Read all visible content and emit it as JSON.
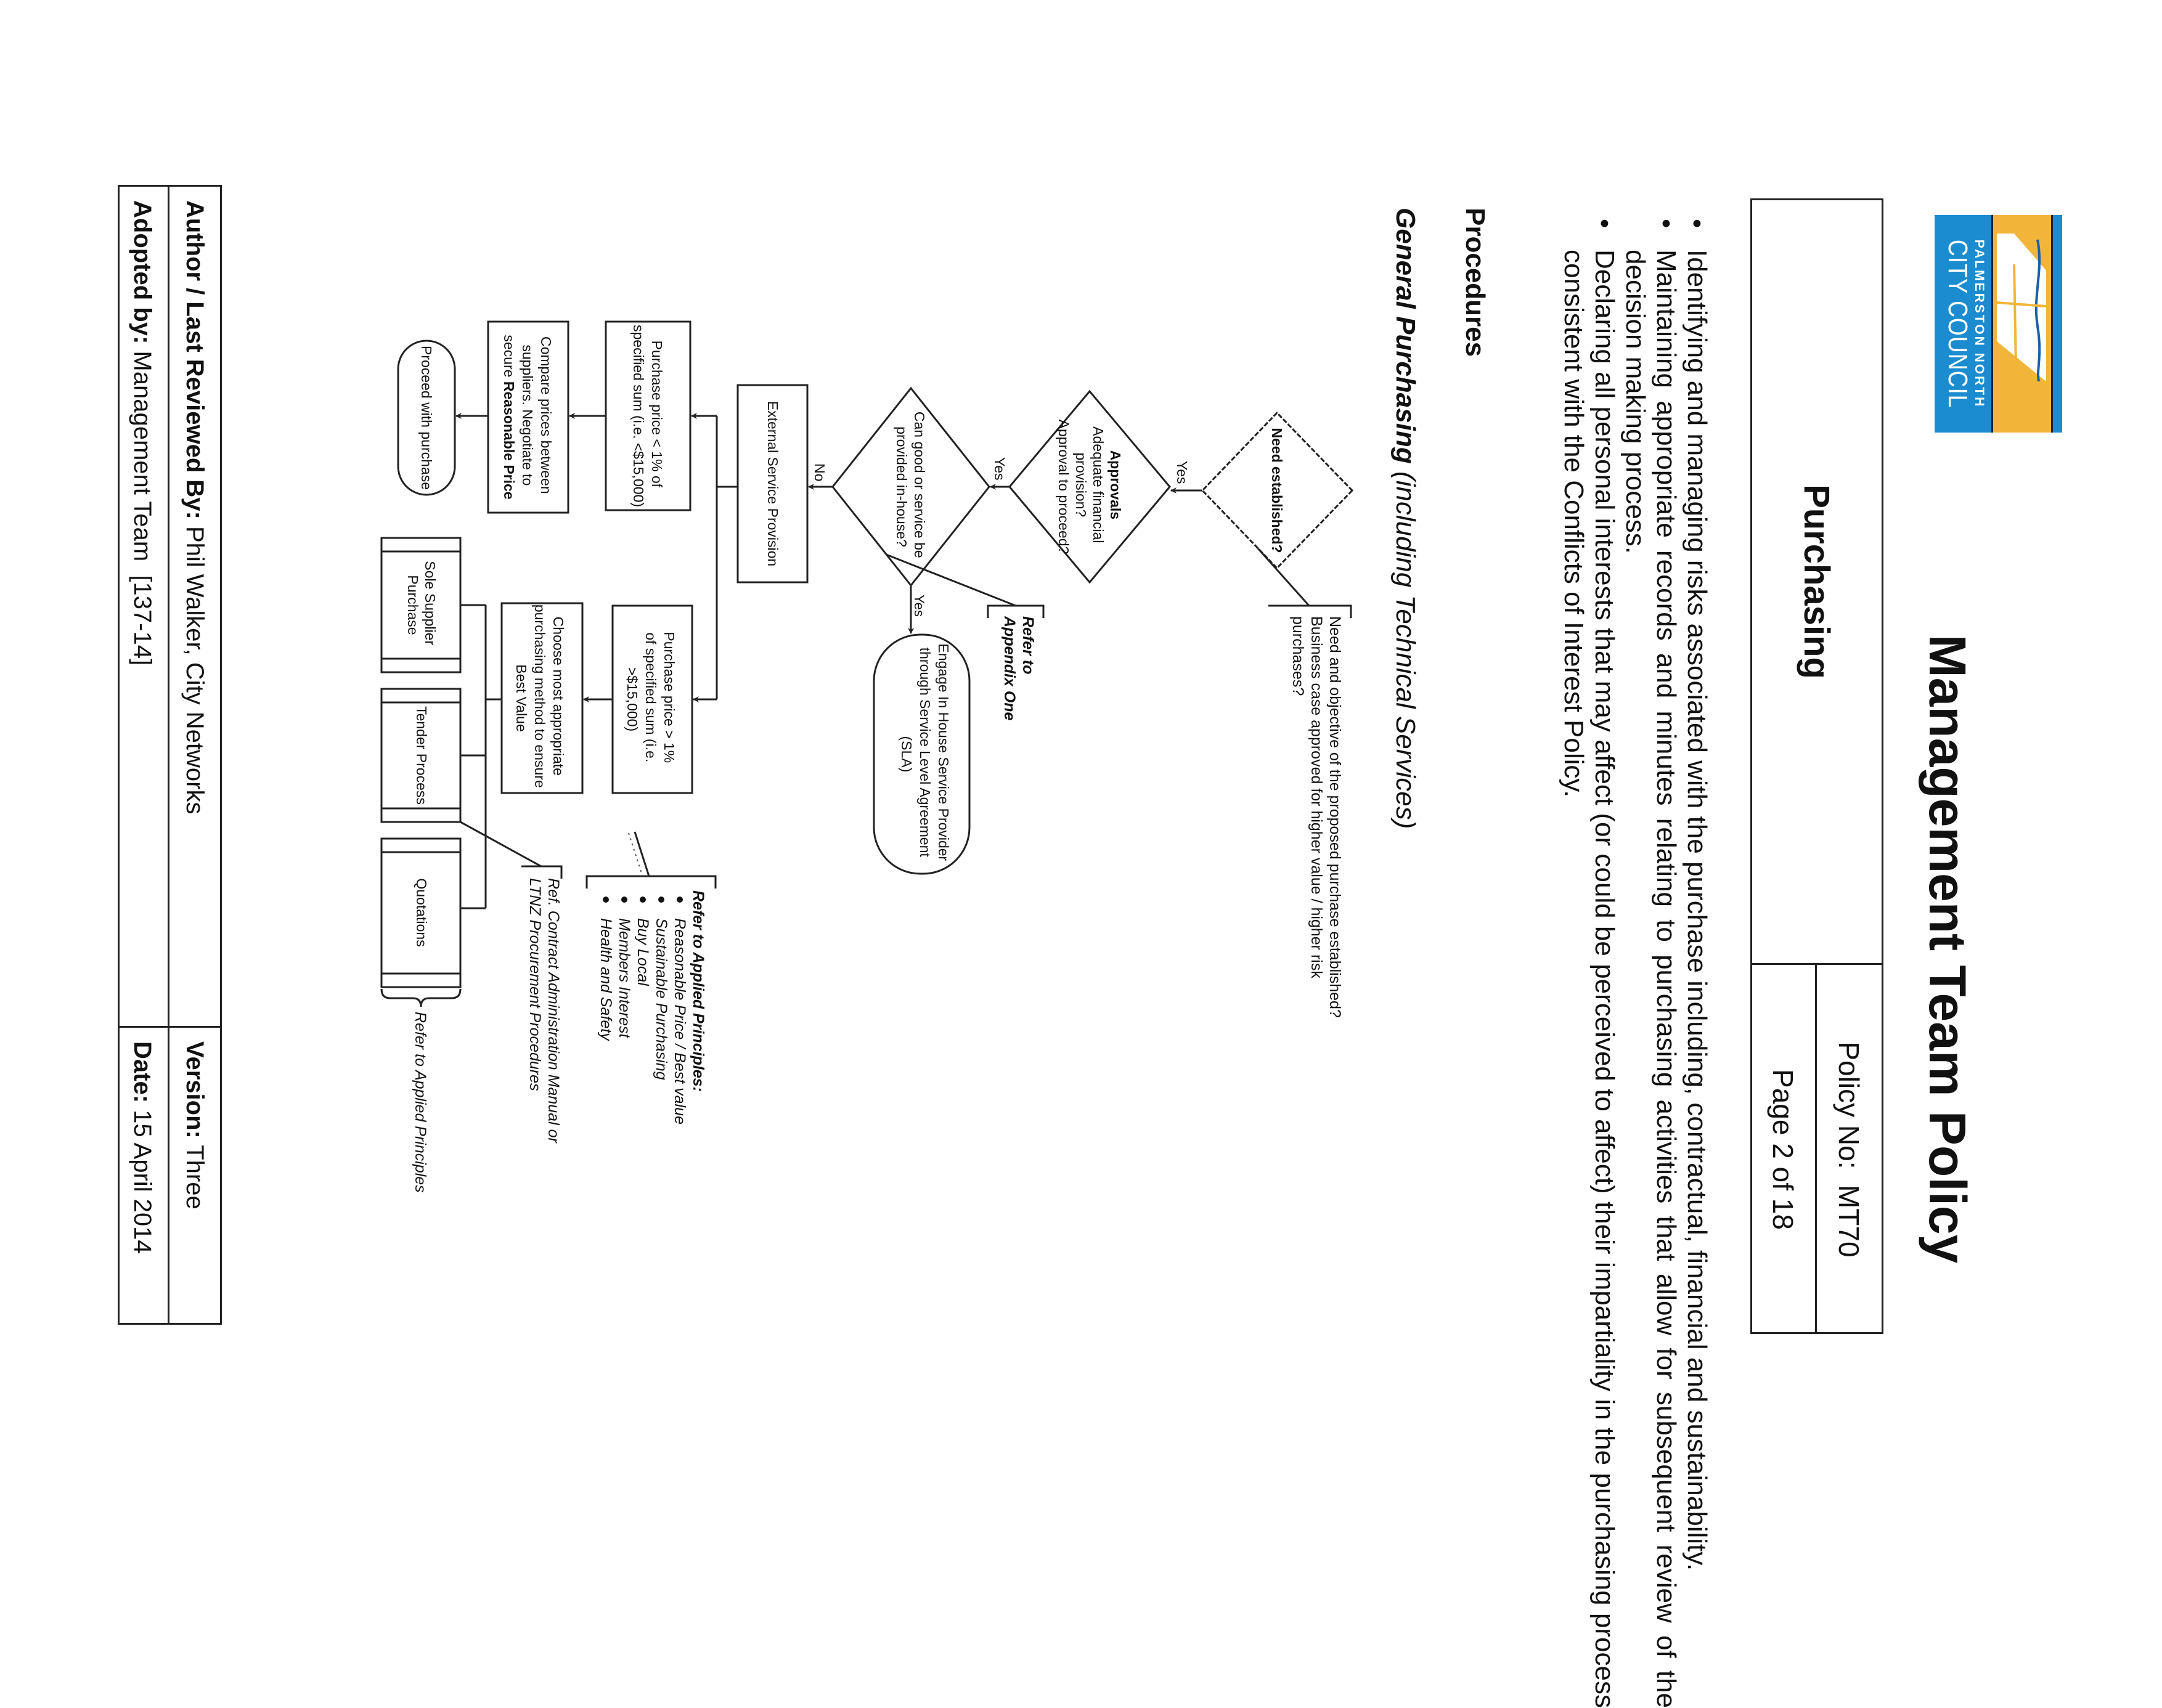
{
  "logo": {
    "line1": "PALMERSTON NORTH",
    "line2": "CITY COUNCIL"
  },
  "header": {
    "title": "Management Team Policy",
    "policy_name": "Purchasing",
    "policy_no": "Policy No:  MT70",
    "page": "Page 2 of 18"
  },
  "bullets": [
    "Identifying and managing risks associated with the purchase including, contractual, financial and sustainability.",
    "Maintaining appropriate records and minutes relating to purchasing activities that allow for subsequent review of the decision making process.",
    "Declaring all personal interests that may affect (or could be perceived to affect) their impartiality in the purchasing process consistent with the Conflicts of Interest Policy."
  ],
  "procedures_heading": "Procedures",
  "section_title": {
    "bold": "General Purchasing",
    "rest": " (including Technical Services)"
  },
  "flowchart": {
    "need_established": "Need established?",
    "need_note": [
      "Need and objective of the proposed purchase established?",
      "Business case approved for higher value / higher risk",
      "purchases?"
    ],
    "yes": "Yes",
    "no": "No",
    "approvals": [
      "Approvals",
      "Adequate financial",
      "provision?",
      "Approval to proceed?"
    ],
    "appendix_note": [
      "Refer to",
      "Appendix One"
    ],
    "in_house_question": [
      "Can good or service be",
      "provided in-house?"
    ],
    "sla": [
      "Engage In House Service Provider",
      "through Service Level Agreement",
      "(SLA)"
    ],
    "external": "External Service Provision",
    "under_threshold": [
      "Purchase price < 1% of",
      "specified sum (i.e. <$15,000)"
    ],
    "over_threshold": [
      "Purchase price > 1%",
      "of specified sum  (i.e.",
      ">$15,000)"
    ],
    "compare": [
      "Compare prices between",
      "suppliers.  Negotiate to",
      "secure ",
      "Reasonable Price"
    ],
    "proceed": "Proceed with purchase",
    "choose": [
      "Choose most appropriate",
      "purchasing method to ensure",
      "Best Value"
    ],
    "methods": {
      "sole": [
        "Sole Supplier",
        "Purchase"
      ],
      "tender": "Tender Process",
      "quotations": "Quotations"
    },
    "methods_note": "Refer to Applied Principles",
    "contract_note": [
      "Ref. Contract Administration Manual or",
      "LTNZ Procurement Procedures"
    ],
    "principles_title": "Refer to Applied Principles:",
    "principles": [
      "Reasonable Price / Best value",
      "Sustainable Purchasing",
      "Buy Local",
      "Members Interest",
      "Health and Safety"
    ]
  },
  "footer": {
    "author_label": "Author / Last Reviewed By:",
    "author": " Phil Walker, City Networks",
    "version_label": "Version:",
    "version": " Three",
    "adopted_label": "Adopted by:",
    "adopted": " Management Team  [137-14]",
    "date_label": "Date:",
    "date": " 15 April 2014"
  },
  "colors": {
    "logo_blue": "#1a8ccf",
    "logo_yellow": "#f1b53a"
  }
}
